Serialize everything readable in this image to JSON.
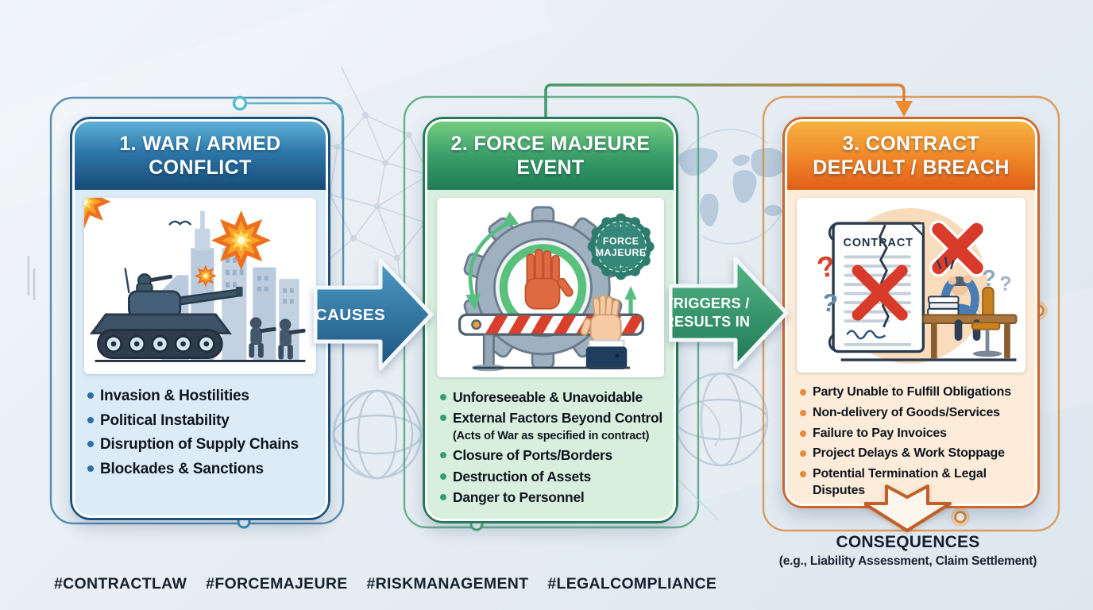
{
  "palette": {
    "background": "#e8eef4",
    "stage1_accent": "#1d537f",
    "stage1_header_top": "#5fb0d8",
    "stage1_header_bottom": "#174a78",
    "stage1_body": "#dcebf5",
    "stage1_bullet_dot": "#2a6fa8",
    "stage2_accent": "#257a57",
    "stage2_header_top": "#74cc80",
    "stage2_header_bottom": "#1f7c55",
    "stage2_body": "#d9efde",
    "stage2_bullet_dot": "#36a06d",
    "stage3_accent": "#cf6526",
    "stage3_header_top": "#f7b440",
    "stage3_header_bottom": "#e05f18",
    "stage3_body": "#fcecd9",
    "stage3_bullet_dot": "#e8893c",
    "causes_arrow": "#1b547f",
    "triggers_arrow": "#1e7854",
    "badge_teal": "#2e7c6d",
    "red_x": "#d93b2b",
    "text_dark": "#15202e"
  },
  "stages": [
    {
      "title_line1": "1. WAR / ARMED",
      "title_line2": "CONFLICT",
      "bullets": [
        "Invasion & Hostilities",
        "Political Instability",
        "Disruption of Supply Chains",
        "Blockades & Sanctions"
      ]
    },
    {
      "title_line1": "2. FORCE MAJEURE",
      "title_line2": "EVENT",
      "badge_line1": "FORCE",
      "badge_line2": "MAJEURE",
      "bullets": [
        "Unforeseeable & Unavoidable",
        "External Factors Beyond Control",
        "Closure of Ports/Borders",
        "Destruction of Assets",
        "Danger to Personnel"
      ],
      "bullet_note": "(Acts of War as specified in contract)"
    },
    {
      "title_line1": "3. CONTRACT",
      "title_line2": "DEFAULT / BREACH",
      "contract_label": "CONTRACT",
      "bullets": [
        "Party Unable to Fulfill Obligations",
        "Non-delivery of Goods/Services",
        "Failure to Pay Invoices",
        "Project Delays & Work Stoppage",
        "Potential Termination & Legal Disputes"
      ]
    }
  ],
  "connectors": {
    "causes_label": "CAUSES",
    "triggers_label_line1": "TRIGGERS /",
    "triggers_label_line2": "RESULTS IN"
  },
  "consequences": {
    "title": "CONSEQUENCES",
    "subtitle": "(e.g., Liability Assessment, Claim Settlement)"
  },
  "hashtags": [
    "#CONTRACTLAW",
    "#FORCEMAJEURE",
    "#RISKMANAGEMENT",
    "#LEGALCOMPLIANCE"
  ],
  "glyphs": {
    "question_mark": "?"
  }
}
